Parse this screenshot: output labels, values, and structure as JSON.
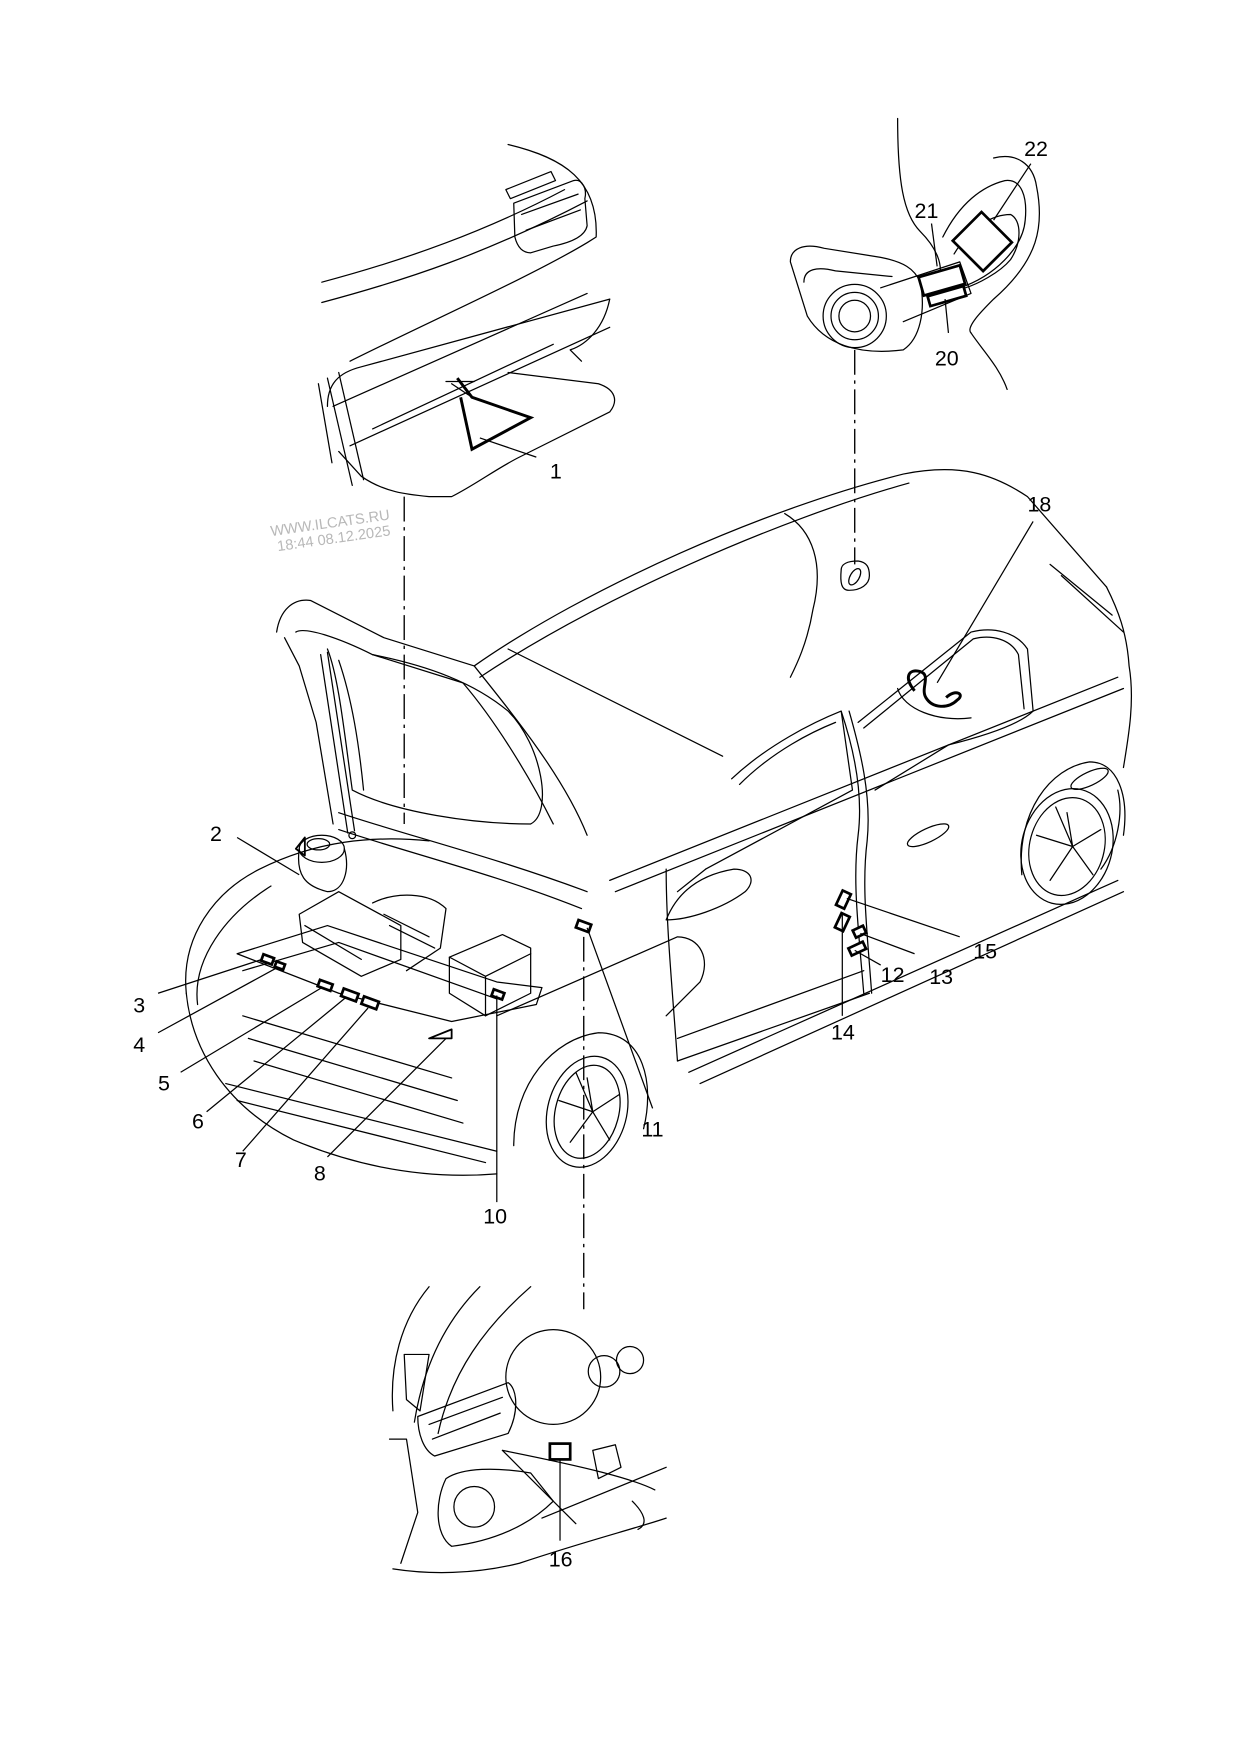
{
  "diagram": {
    "type": "parts-callout-illustration",
    "subject": "hatchback car label/sticker locations",
    "watermark": {
      "line1": "WWW.ILCATS.RU",
      "line2": "18:44 08.12.2025"
    },
    "callouts": [
      {
        "id": "1",
        "label": "1",
        "location": "hood underside (detail view)"
      },
      {
        "id": "2",
        "label": "2",
        "location": "coolant reservoir cap"
      },
      {
        "id": "3",
        "label": "3",
        "location": "front cross member, left"
      },
      {
        "id": "4",
        "label": "4",
        "location": "front cross member, left"
      },
      {
        "id": "5",
        "label": "5",
        "location": "front cross member, center"
      },
      {
        "id": "6",
        "label": "6",
        "location": "front cross member, center"
      },
      {
        "id": "7",
        "label": "7",
        "location": "front cross member, center"
      },
      {
        "id": "8",
        "label": "8",
        "location": "lock carrier, right"
      },
      {
        "id": "10",
        "label": "10",
        "location": "fuse/relay box"
      },
      {
        "id": "11",
        "label": "11",
        "location": "hood hinge area"
      },
      {
        "id": "12",
        "label": "12",
        "location": "B-pillar, lower"
      },
      {
        "id": "13",
        "label": "13",
        "location": "B-pillar, lower"
      },
      {
        "id": "14",
        "label": "14",
        "location": "B-pillar"
      },
      {
        "id": "15",
        "label": "15",
        "location": "B-pillar, upper"
      },
      {
        "id": "16",
        "label": "16",
        "location": "dashboard lower panel (detail view)"
      },
      {
        "id": "18",
        "label": "18",
        "location": "rear side window"
      },
      {
        "id": "20",
        "label": "20",
        "location": "fuel filler flap (detail view)"
      },
      {
        "id": "21",
        "label": "21",
        "location": "fuel filler flap (detail view)"
      },
      {
        "id": "22",
        "label": "22",
        "location": "fuel filler flap (detail view)"
      }
    ]
  }
}
